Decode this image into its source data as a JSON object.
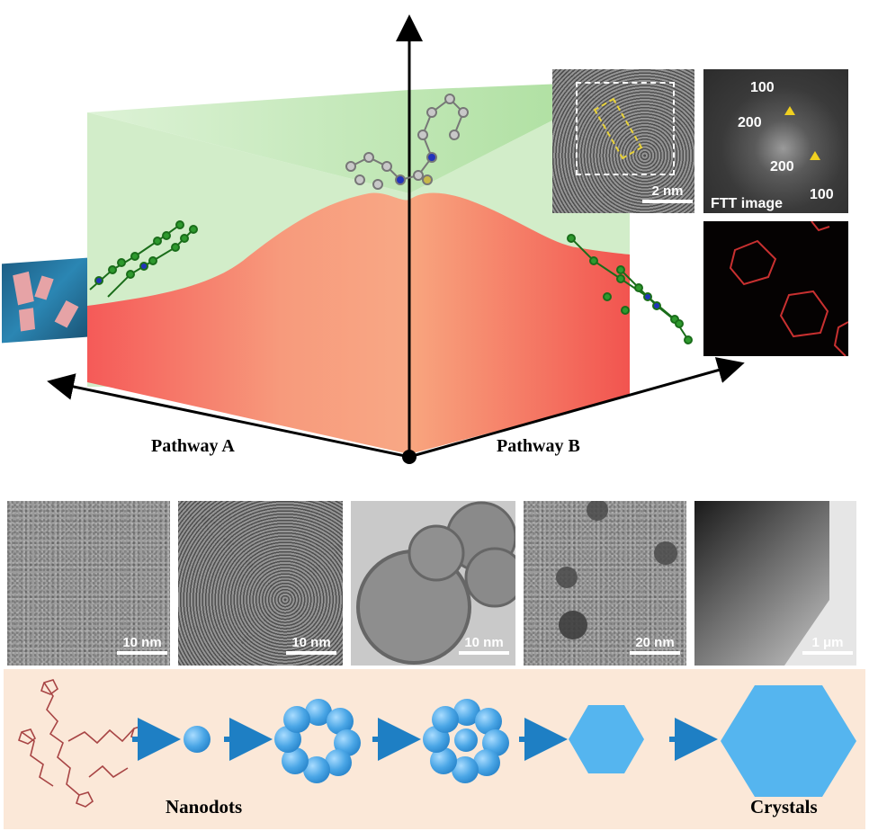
{
  "top_diagram": {
    "pathway_a_label": "Pathway A",
    "pathway_b_label": "Pathway B"
  },
  "hrtem_inset": {
    "scale_label": "2 nm"
  },
  "fft_inset": {
    "label_100_top": "100",
    "label_200_left": "200",
    "label_200_right": "200",
    "label_100_bottom": "100",
    "caption": "FTT image"
  },
  "tem_panels": [
    {
      "scale_label": "10 nm"
    },
    {
      "scale_label": "10 nm"
    },
    {
      "scale_label": "10 nm"
    },
    {
      "scale_label": "20 nm"
    },
    {
      "scale_label": "1 μm"
    }
  ],
  "schematic": {
    "start_label": "Nanodots",
    "end_label": "Crystals"
  },
  "colors": {
    "green_plane": "#bfe6b4",
    "red_surface": "#f56b5f",
    "schematic_bg": "#fbe8d8",
    "arrow_blue": "#1e7fc4",
    "sphere_blue": "#4aa6e6"
  }
}
